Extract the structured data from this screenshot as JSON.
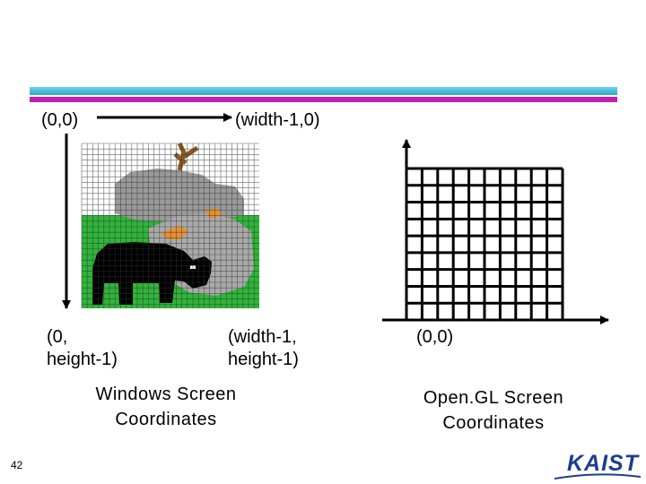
{
  "slide": {
    "page_number": "42",
    "logo_text": "KAIST"
  },
  "windows": {
    "origin_label": "(0,0)",
    "top_right_label": "(width-1,0)",
    "bottom_left_label": "(0,\nheight-1)",
    "bottom_right_label": "(width-1,\nheight-1)",
    "caption": "Windows Screen\nCoordinates"
  },
  "opengl": {
    "origin_label": "(0,0)",
    "caption": "Open.GL Screen\nCoordinates"
  },
  "colors": {
    "top_bar_cyan": "#3ab8dc",
    "top_bar_magenta": "#c21fb1",
    "sky": "#ffffff",
    "grass": "#2fb53a",
    "rock": "#9a9a9a",
    "rhino": "#000000",
    "kaist_blue": "#1d3d8f"
  }
}
